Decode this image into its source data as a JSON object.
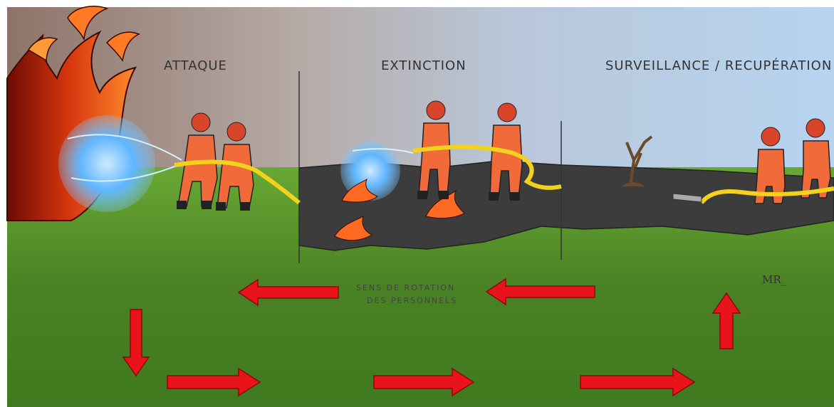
{
  "phases": [
    {
      "label": "ATTAQUE"
    },
    {
      "label": "EXTINCTION"
    },
    {
      "label": "SURVEILLANCE / RECUPÉRATION"
    }
  ],
  "rotation_caption": {
    "line1": "SENS DE ROTATION",
    "line2": "DES PERSONNELS"
  },
  "signature": "MR_",
  "colors": {
    "fire": "#e8501a",
    "water": "#4fb4ff",
    "uniform": "#f06a3a",
    "hose": "#f2d21c",
    "burnt_ground": "#3c3c3c",
    "grass": "#4f8a2a",
    "arrow": "#e8141a"
  },
  "icons": [
    "fire-icon",
    "water-jet-icon",
    "firefighter-icon",
    "hose-icon",
    "dead-tree-icon",
    "arrow-left-icon",
    "arrow-right-icon",
    "arrow-up-icon",
    "arrow-down-icon"
  ]
}
